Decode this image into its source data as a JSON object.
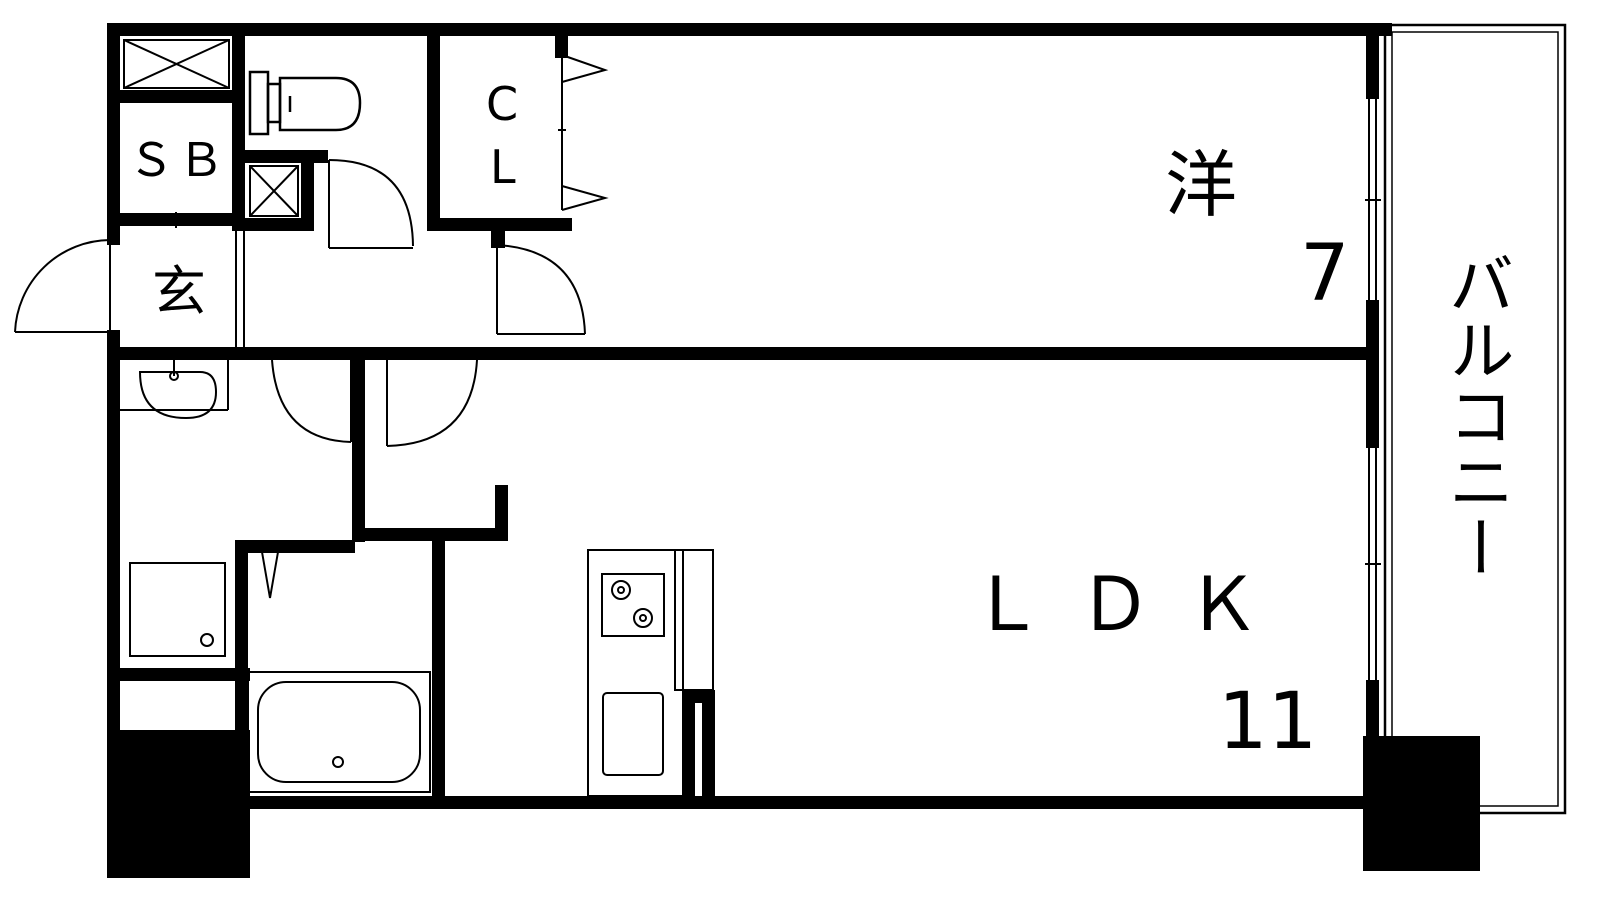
{
  "plan": {
    "rooms": {
      "western": {
        "label": "洋",
        "size": "7"
      },
      "ldk": {
        "label": "ＬＤＫ",
        "size": "11"
      },
      "closet": {
        "label_top": "C",
        "label_bottom": "L"
      },
      "shoe_box": {
        "label": "ＳＢ"
      },
      "entrance": {
        "label": "玄"
      },
      "balcony": {
        "label": "バルコニー"
      }
    },
    "colors": {
      "wall": "#000000",
      "background": "#ffffff"
    }
  }
}
